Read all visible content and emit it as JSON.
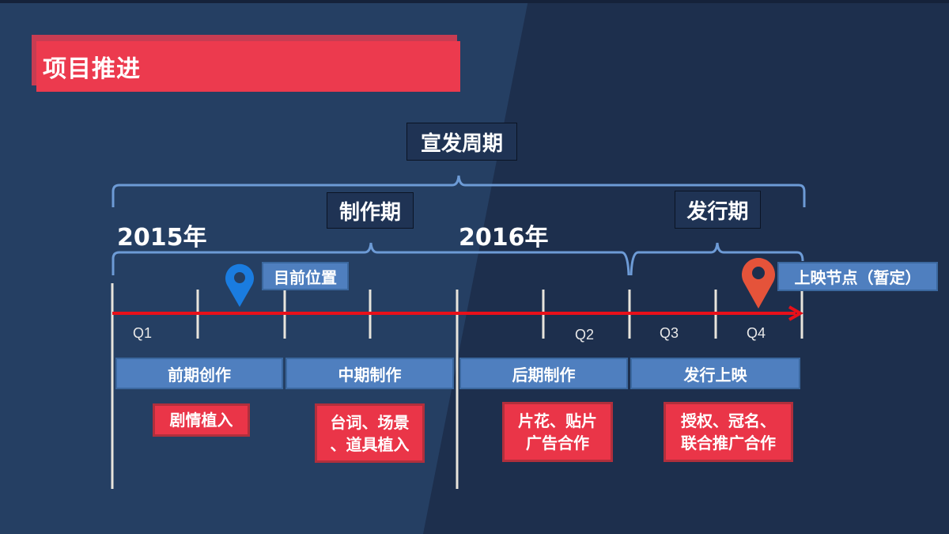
{
  "slide": {
    "title": "项目推进"
  },
  "braces": {
    "promotion_cycle": "宣发周期",
    "production_period": "制作期",
    "release_period": "发行期"
  },
  "years": [
    "2015年",
    "2016年"
  ],
  "markers": {
    "current": {
      "label": "目前位置",
      "color": "#1a7ce0"
    },
    "release": {
      "label": "上映节点（暂定）",
      "color": "#e5533a"
    }
  },
  "quarters": [
    "Q1",
    "Q2",
    "Q3",
    "Q4"
  ],
  "phases": [
    "前期创作",
    "中期制作",
    "后期制作",
    "发行上映"
  ],
  "tags": [
    "剧情植入",
    "台词、场景\n、道具植入",
    "片花、贴片\n广告合作",
    "授权、冠名、\n联合推广合作"
  ],
  "colors": {
    "bg_left": "#253f63",
    "bg_right": "#1d2f4d",
    "accent_red": "#ec3a4e",
    "phase_blue": "#4f7fbf",
    "brace_blue": "#6d9bd6",
    "axis_red": "#e8101a",
    "tick_white": "#e8e4dc"
  }
}
